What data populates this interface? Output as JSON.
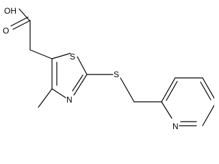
{
  "molecule": {
    "atoms": {
      "carboxyl_oh": "OH",
      "carbonyl_o": "O",
      "thiazole_s": "S",
      "thioether_s": "S",
      "thiazole_n": "N",
      "pyridine_n": "N"
    }
  },
  "colors": {
    "bond": "#000000",
    "label": "#000000",
    "background": "#ffffff"
  }
}
